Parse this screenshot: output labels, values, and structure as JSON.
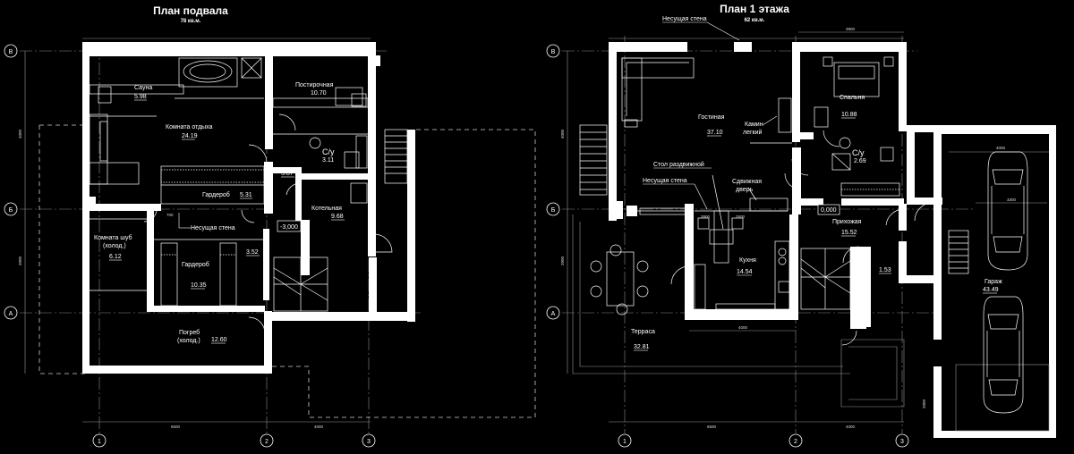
{
  "basement": {
    "title": "План подвала",
    "subtitle": "78 кв.м.",
    "rooms": {
      "sauna": {
        "name": "Сауна",
        "area": "5.98"
      },
      "laundry": {
        "name": "Постирочная",
        "area": "10.70"
      },
      "rest": {
        "name": "Комната отдыха",
        "area": "24.19"
      },
      "wc": {
        "name": "С/у",
        "area": "3.11"
      },
      "corridor": {
        "area": "5.87"
      },
      "wardrobe1": {
        "name": "Гардероб",
        "area": "5.31"
      },
      "boiler": {
        "name": "Котельная",
        "area": "9.68"
      },
      "fur_room": {
        "name1": "Комната шуб",
        "name2": "(холод.)",
        "area": "6.12"
      },
      "wardrobe2": {
        "name": "Гардероб",
        "area": "10.35"
      },
      "hall_small": {
        "area": "3.52"
      },
      "cellar": {
        "name1": "Погреб",
        "name2": "(холод.)",
        "area": "12.60"
      }
    },
    "bearing_wall": "Несущая стена",
    "level": "-3,000",
    "dims": {
      "w1": "6500",
      "w2": "4000",
      "d700": "700",
      "h1": "4000",
      "h2": "3900"
    },
    "axes": {
      "rows": [
        "В",
        "Б",
        "А"
      ],
      "cols": [
        "1",
        "2",
        "3"
      ]
    }
  },
  "floor1": {
    "title": "План 1 этажа",
    "subtitle": "62 кв.м.",
    "bearing_wall_top": "Несущая стена",
    "bearing_wall_mid": "Несущая стена",
    "rooms": {
      "living": {
        "name": "Гостиная",
        "area": "37.10"
      },
      "bedroom": {
        "name": "Спальня",
        "area": "10.88"
      },
      "wc": {
        "name": "С/у",
        "area": "2.69"
      },
      "hallway": {
        "name": "Прихожая",
        "area": "15.52"
      },
      "kitchen": {
        "name": "Кухня",
        "area": "14.54"
      },
      "small": {
        "area": "1.53"
      },
      "terrace": {
        "name": "Терраса",
        "area": "32.81"
      },
      "garage": {
        "name": "Гараж",
        "area": "43.49"
      }
    },
    "fireplace": {
      "line1": "Камин",
      "line2": "легкий"
    },
    "table": "Стол раздвижной",
    "sliding_door": {
      "line1": "Сдвижная",
      "line2": "дверь"
    },
    "level": "0,000",
    "dims": {
      "top": "3900",
      "w1": "6500",
      "w2": "4000",
      "inner": "4000",
      "d3900": "3900",
      "d2500": "2500",
      "g1": "4000",
      "g2": "3300",
      "h1": "4000",
      "h2": "3900",
      "gv": "2000"
    },
    "axes": {
      "rows": [
        "В",
        "Б",
        "А"
      ],
      "cols": [
        "1",
        "2",
        "3"
      ]
    }
  }
}
